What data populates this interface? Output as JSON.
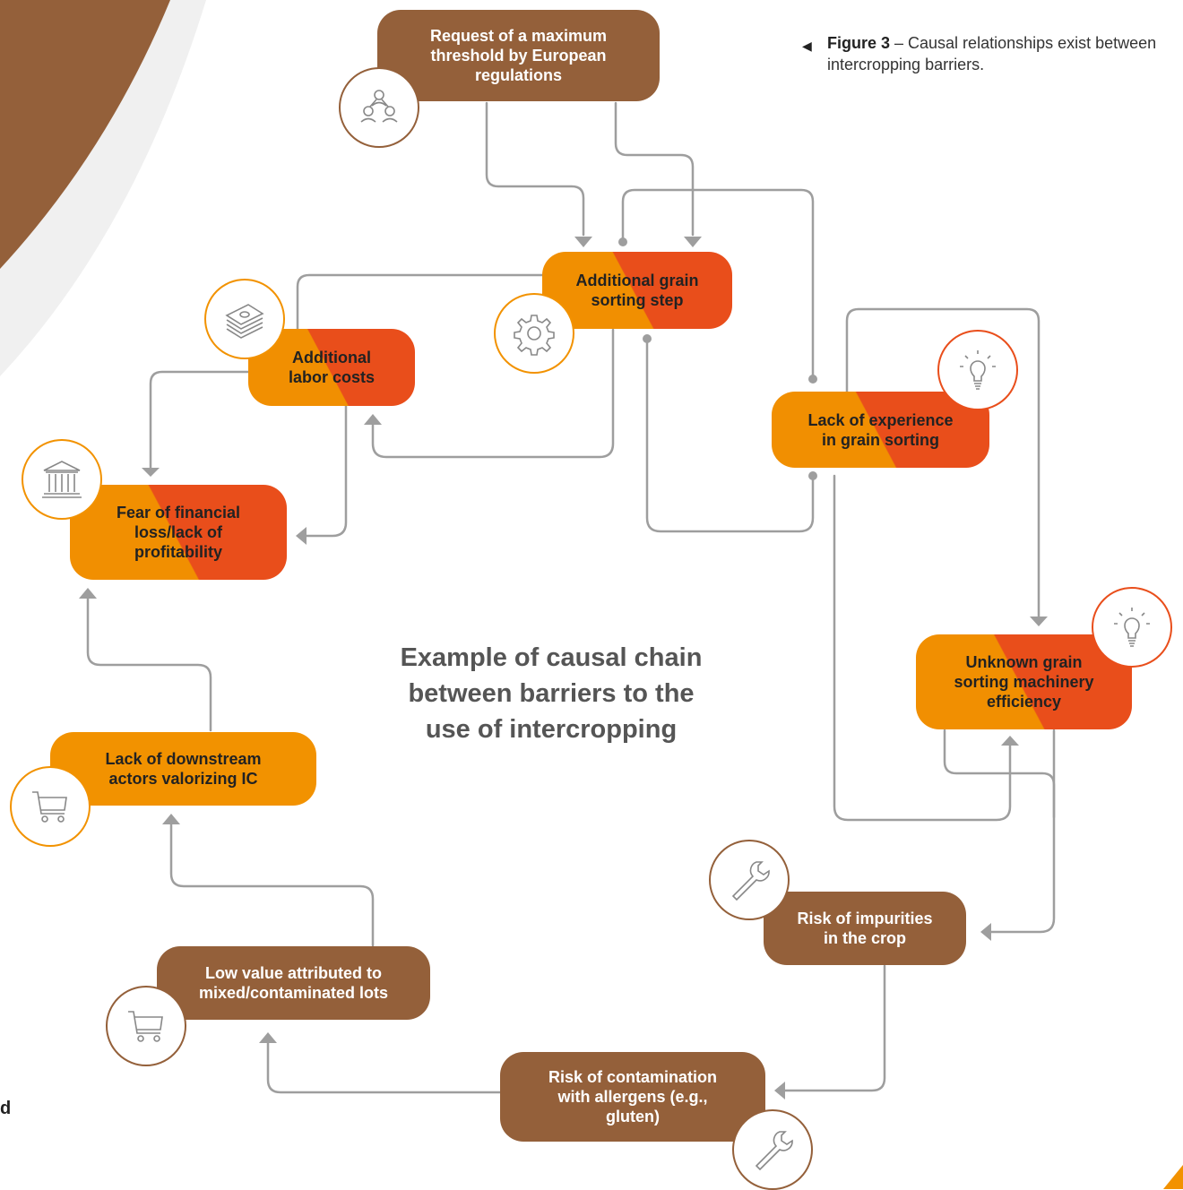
{
  "figure": {
    "label": "Figure 3",
    "caption": " – Causal relationships exist between intercropping barriers."
  },
  "center_title": {
    "line1": "Example of causal chain",
    "line2": "between barriers to the",
    "line3": "use of intercropping"
  },
  "side_letter": "d",
  "nodes": {
    "request": {
      "lines": [
        "Request of a maximum",
        "threshold by European",
        "regulations"
      ],
      "icon": "network-people-icon"
    },
    "sorting_step": {
      "lines": [
        "Additional grain",
        "sorting step"
      ],
      "icon": "gear-icon"
    },
    "labor_costs": {
      "lines": [
        "Additional",
        "labor costs"
      ],
      "icon": "money-stack-icon"
    },
    "financial_loss": {
      "lines": [
        "Fear of financial",
        "loss/lack of",
        "profitability"
      ],
      "icon": "bank-icon"
    },
    "experience": {
      "lines": [
        "Lack of experience",
        "in grain sorting"
      ],
      "icon": "lightbulb-icon"
    },
    "machinery": {
      "lines": [
        "Unknown grain",
        "sorting machinery",
        "efficiency"
      ],
      "icon": "lightbulb-icon"
    },
    "downstream": {
      "lines": [
        "Lack of downstream",
        "actors valorizing IC"
      ],
      "icon": "shopping-cart-icon"
    },
    "low_value": {
      "lines": [
        "Low value attributed to",
        "mixed/contaminated lots"
      ],
      "icon": "shopping-cart-icon"
    },
    "impurities": {
      "lines": [
        "Risk of impurities",
        "in the crop"
      ],
      "icon": "wrench-icon"
    },
    "allergens": {
      "lines": [
        "Risk of contamination",
        "with allergens (e.g.,",
        "gluten)"
      ],
      "icon": "wrench-icon"
    }
  },
  "colors": {
    "brown": "#94603a",
    "orange": "#f29200",
    "red_orange": "#e94e1b",
    "connector": "#9e9e9e",
    "title_gray": "#555555"
  }
}
